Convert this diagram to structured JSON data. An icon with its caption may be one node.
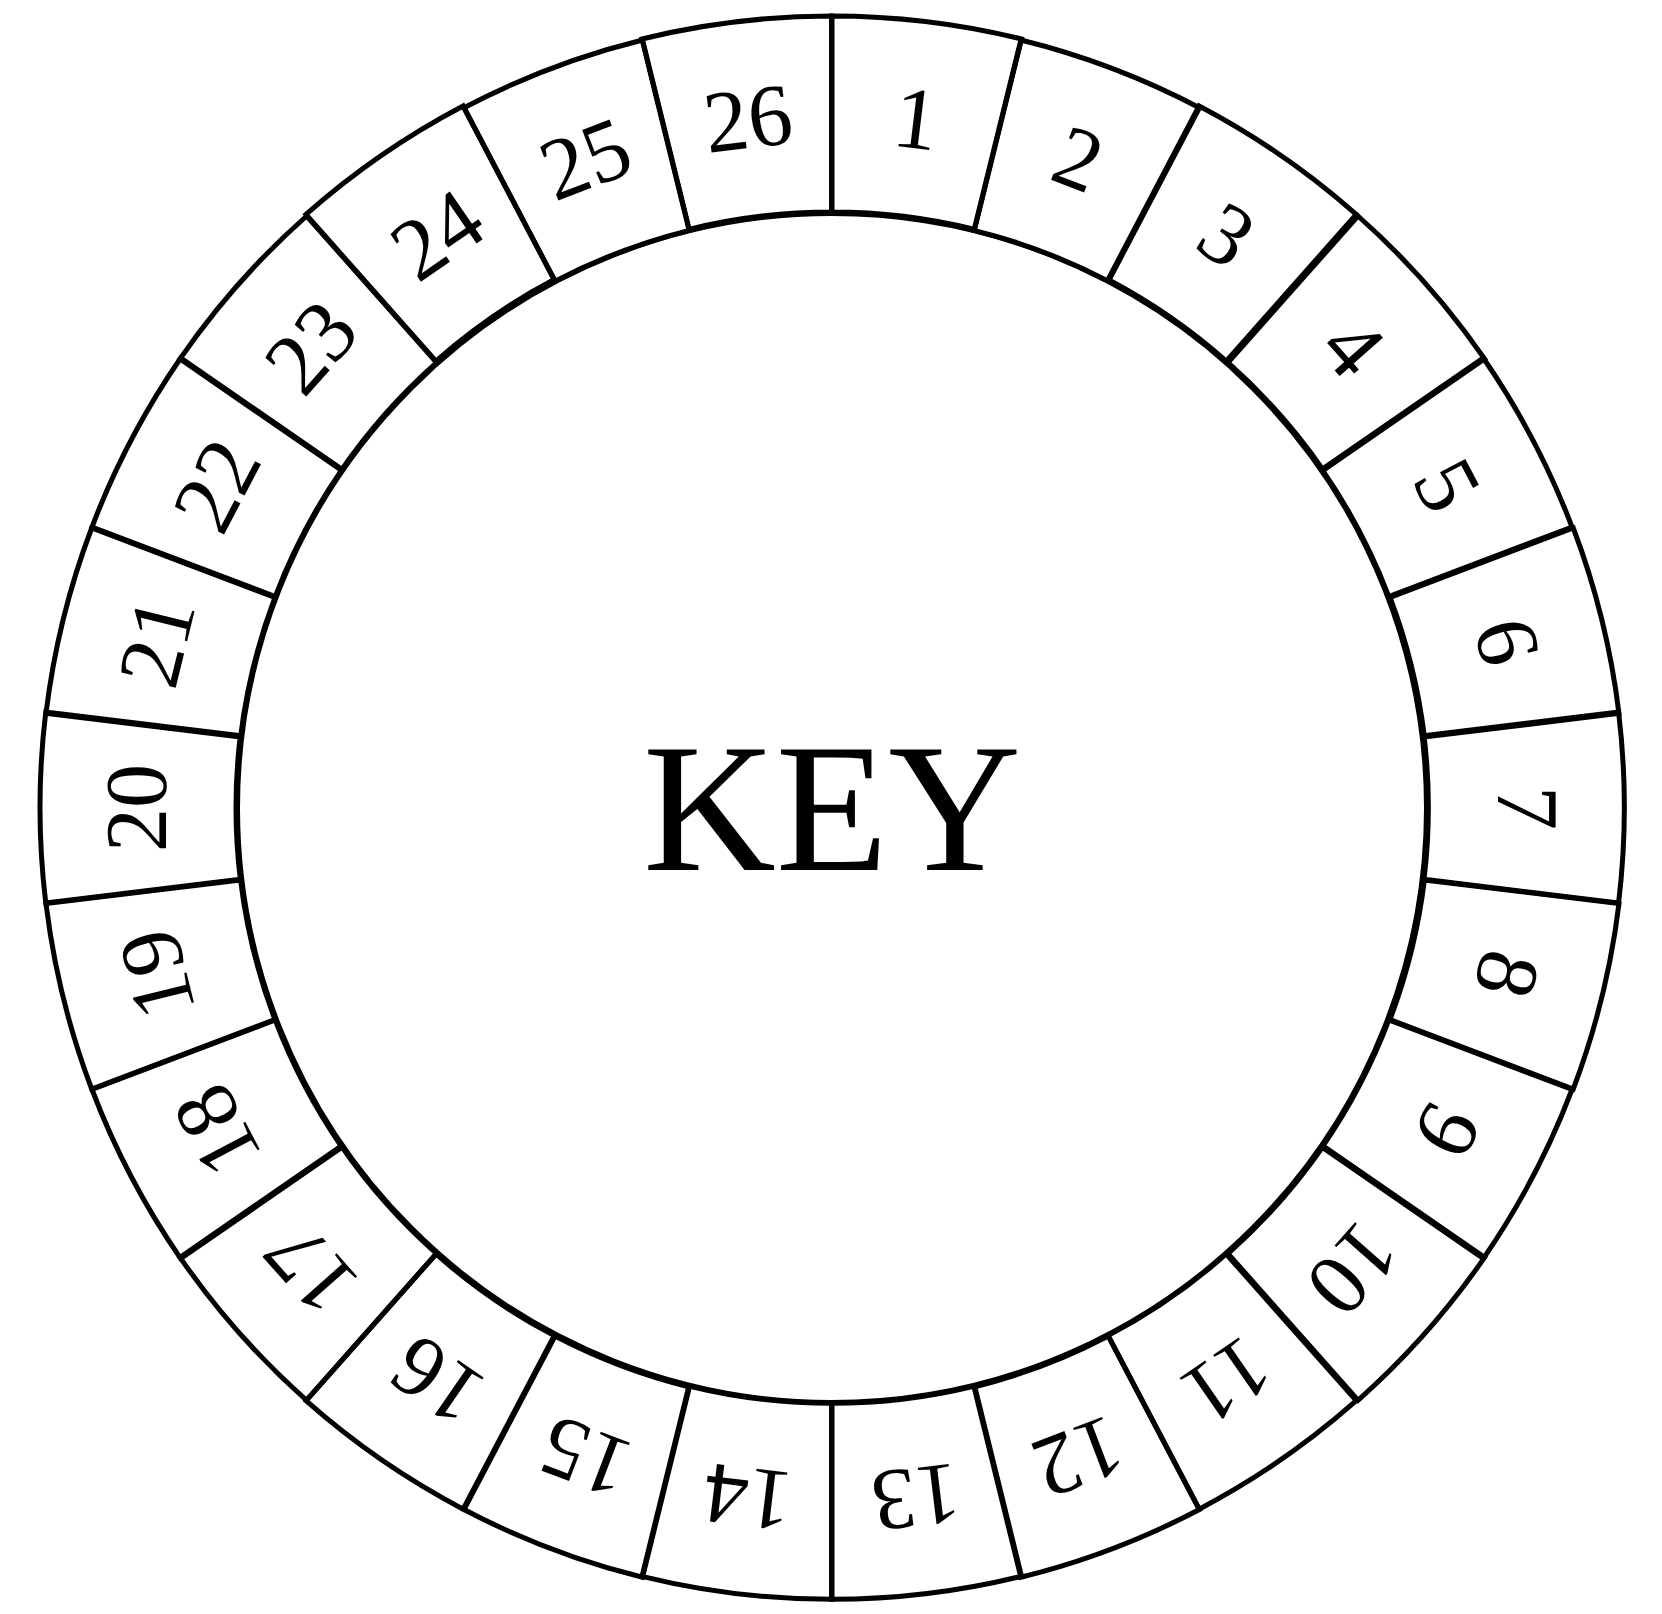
{
  "diagram": {
    "nodes": [
      {
        "text": [
          "1"
        ]
      },
      {
        "text": [
          "2"
        ]
      },
      {
        "text": [
          "3"
        ]
      },
      {
        "text": [
          "4"
        ]
      },
      {
        "text": [
          "5"
        ]
      },
      {
        "text": [
          "6"
        ]
      },
      {
        "text": [
          "7"
        ]
      },
      {
        "text": [
          "8"
        ]
      },
      {
        "text": [
          "9"
        ]
      },
      {
        "text": [
          "10"
        ]
      },
      {
        "text": [
          "11"
        ]
      },
      {
        "text": [
          "12"
        ]
      },
      {
        "text": [
          "13"
        ]
      },
      {
        "text": [
          "14"
        ]
      },
      {
        "text": [
          "15"
        ]
      },
      {
        "text": [
          "16"
        ]
      },
      {
        "text": [
          "17"
        ]
      },
      {
        "text": [
          "18"
        ]
      },
      {
        "text": [
          "19"
        ]
      },
      {
        "text": [
          "20"
        ]
      },
      {
        "text": [
          "21"
        ]
      },
      {
        "text": [
          "22"
        ]
      },
      {
        "text": [
          "23"
        ]
      },
      {
        "text": [
          "24"
        ]
      },
      {
        "text": [
          "25"
        ]
      },
      {
        "text": [
          "26"
        ]
      },
      {
        "text": [
          "KEY"
        ]
      }
    ]
  }
}
